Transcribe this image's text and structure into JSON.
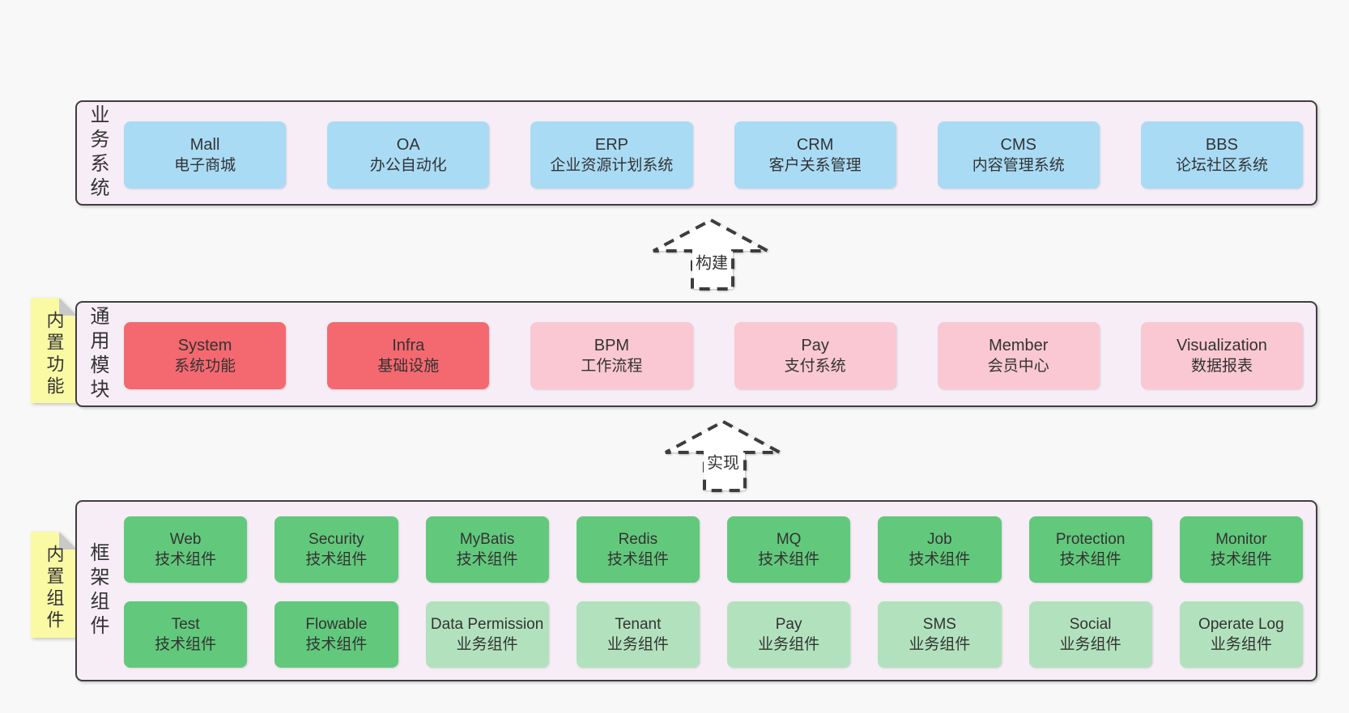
{
  "colors": {
    "page_bg": "#f8f8f8",
    "panel_bg": "#f7edf6",
    "panel_border": "#3f3f3f",
    "business_box": "#a9dbf5",
    "core_module_box": "#f4696f",
    "optional_module_box": "#fac8d2",
    "tech_component_box": "#62c97c",
    "biz_component_box": "#b2e2bd",
    "sticky_note": "#fafaa5",
    "sticky_fold": "#c9c9c9",
    "text": "#333333"
  },
  "sections": {
    "business": {
      "label": "业务系统",
      "boxes": [
        {
          "name": "Mall",
          "desc": "电子商城"
        },
        {
          "name": "OA",
          "desc": "办公自动化"
        },
        {
          "name": "ERP",
          "desc": "企业资源计划系统"
        },
        {
          "name": "CRM",
          "desc": "客户关系管理"
        },
        {
          "name": "CMS",
          "desc": "内容管理系统"
        },
        {
          "name": "BBS",
          "desc": "论坛社区系统"
        }
      ]
    },
    "modules": {
      "label": "通用模块",
      "sticky": "内置功能",
      "boxes": [
        {
          "name": "System",
          "desc": "系统功能"
        },
        {
          "name": "Infra",
          "desc": "基础设施"
        },
        {
          "name": "BPM",
          "desc": "工作流程"
        },
        {
          "name": "Pay",
          "desc": "支付系统"
        },
        {
          "name": "Member",
          "desc": "会员中心"
        },
        {
          "name": "Visualization",
          "desc": "数据报表"
        }
      ]
    },
    "components": {
      "label": "框架组件",
      "sticky": "内置组件",
      "row1": [
        {
          "name": "Web",
          "desc": "技术组件"
        },
        {
          "name": "Security",
          "desc": "技术组件"
        },
        {
          "name": "MyBatis",
          "desc": "技术组件"
        },
        {
          "name": "Redis",
          "desc": "技术组件"
        },
        {
          "name": "MQ",
          "desc": "技术组件"
        },
        {
          "name": "Job",
          "desc": "技术组件"
        },
        {
          "name": "Protection",
          "desc": "技术组件"
        },
        {
          "name": "Monitor",
          "desc": "技术组件"
        }
      ],
      "row2": [
        {
          "name": "Test",
          "desc": "技术组件"
        },
        {
          "name": "Flowable",
          "desc": "技术组件"
        },
        {
          "name": "Data Permission",
          "desc": "业务组件"
        },
        {
          "name": "Tenant",
          "desc": "业务组件"
        },
        {
          "name": "Pay",
          "desc": "业务组件"
        },
        {
          "name": "SMS",
          "desc": "业务组件"
        },
        {
          "name": "Social",
          "desc": "业务组件"
        },
        {
          "name": "Operate Log",
          "desc": "业务组件"
        }
      ]
    }
  },
  "arrows": {
    "build": {
      "label": "构建"
    },
    "implement": {
      "label": "实现"
    }
  }
}
